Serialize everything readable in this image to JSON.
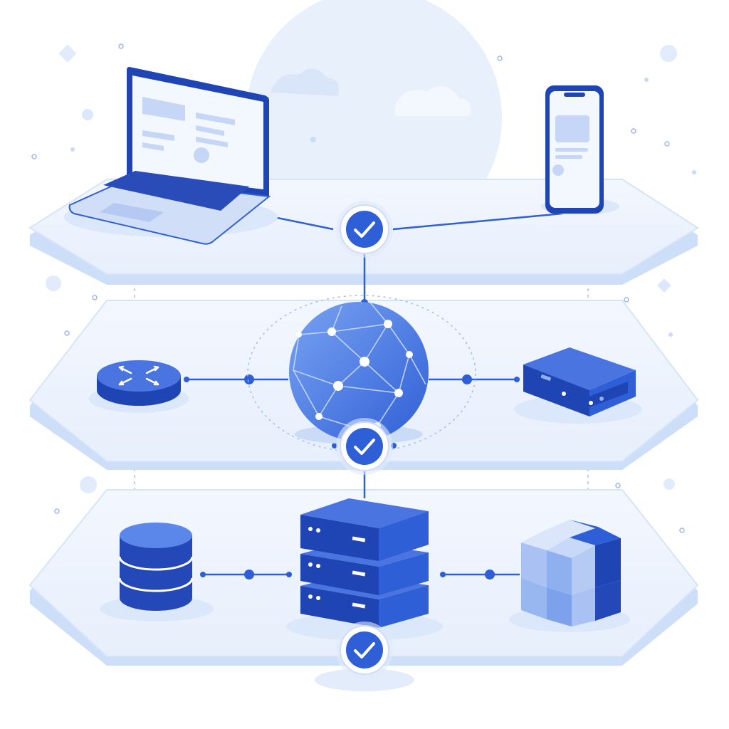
{
  "diagram": {
    "tiers": [
      {
        "id": "client",
        "nodes": [
          "laptop",
          "phone"
        ]
      },
      {
        "id": "network",
        "nodes": [
          "router",
          "globe",
          "gateway-box"
        ]
      },
      {
        "id": "data",
        "nodes": [
          "database",
          "server-rack",
          "storage-cubes"
        ]
      }
    ],
    "status_checks": 3
  },
  "colors": {
    "primary": "#2f5fd6",
    "primary_dark": "#1d43b0",
    "primary_light": "#5b86ea",
    "platform": "#eef4fd",
    "platform_edge": "#c9dbf6",
    "background_shape": "#e6effc"
  },
  "icons": [
    "laptop-icon",
    "phone-icon",
    "router-icon",
    "globe-icon",
    "network-box-icon",
    "database-icon",
    "server-icon",
    "storage-cubes-icon",
    "check-icon"
  ]
}
